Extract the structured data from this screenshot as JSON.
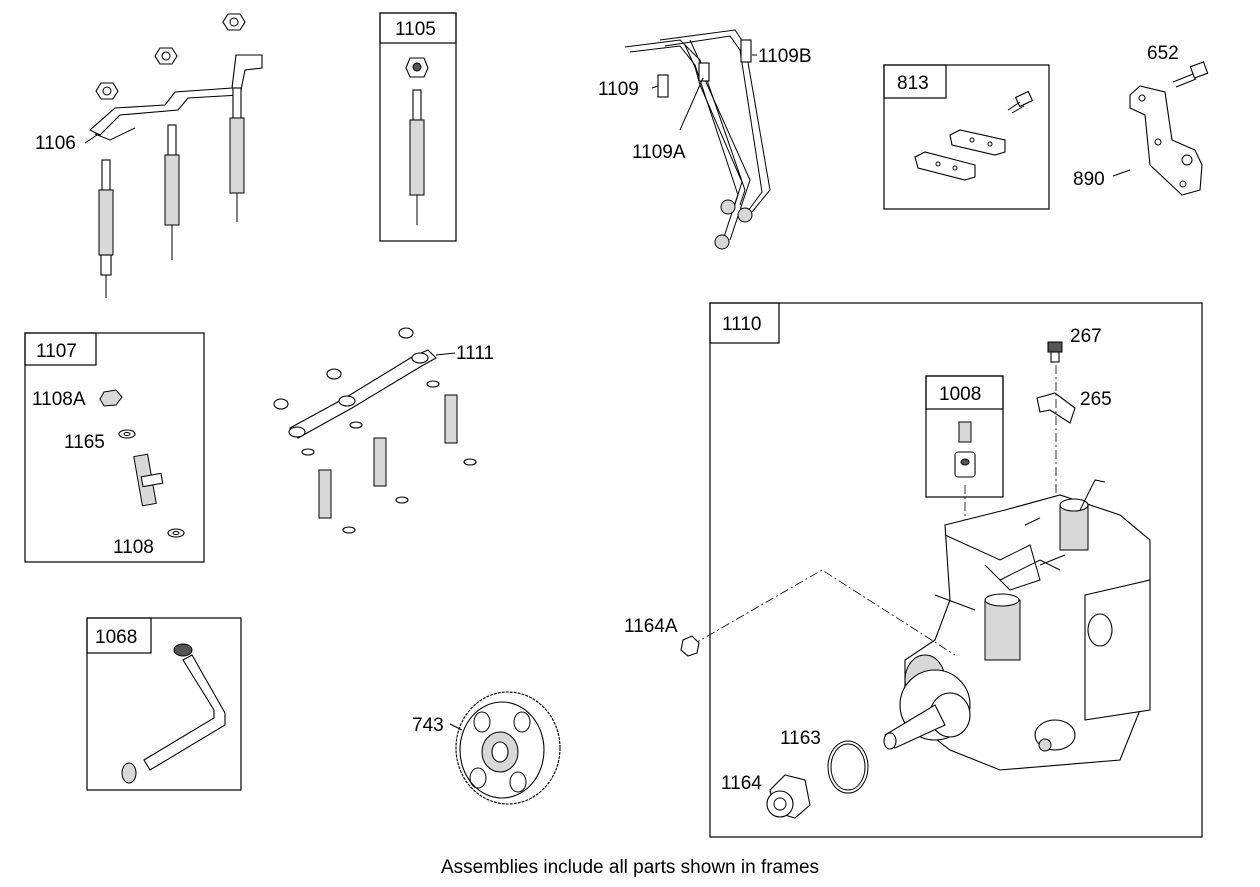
{
  "footer": {
    "caption": "Assemblies include all parts shown in frames"
  },
  "frames": {
    "f1105": "1105",
    "f813": "813",
    "f1107": "1107",
    "f1110": "1110",
    "f1008": "1008",
    "f1068": "1068"
  },
  "callouts": {
    "c1106": "1106",
    "c1109": "1109",
    "c1109A": "1109A",
    "c1109B": "1109B",
    "c652": "652",
    "c890": "890",
    "c1111": "1111",
    "c1108A": "1108A",
    "c1165": "1165",
    "c1108": "1108",
    "c267": "267",
    "c265": "265",
    "c1164A": "1164A",
    "c743": "743",
    "c1163": "1163",
    "c1164": "1164"
  }
}
